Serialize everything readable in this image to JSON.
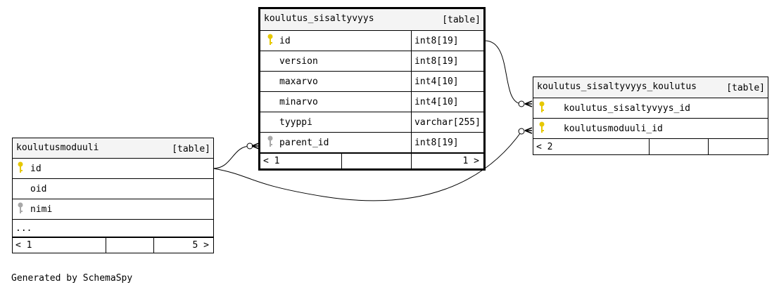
{
  "generator": "Generated by SchemaSpy",
  "tables": {
    "koulutusmoduuli": {
      "name": "koulutusmoduuli",
      "kind": "[table]",
      "columns": [
        {
          "name": "id",
          "key": "primary"
        },
        {
          "name": "oid",
          "key": "none"
        },
        {
          "name": "nimi",
          "key": "index"
        }
      ],
      "more": "...",
      "footer": {
        "left": "< 1",
        "right": "5 >"
      }
    },
    "koulutus_sisaltyvyys": {
      "name": "koulutus_sisaltyvyys",
      "kind": "[table]",
      "columns": [
        {
          "name": "id",
          "type": "int8[19]",
          "key": "primary"
        },
        {
          "name": "version",
          "type": "int8[19]",
          "key": "none"
        },
        {
          "name": "maxarvo",
          "type": "int4[10]",
          "key": "none"
        },
        {
          "name": "minarvo",
          "type": "int4[10]",
          "key": "none"
        },
        {
          "name": "tyyppi",
          "type": "varchar[255]",
          "key": "none"
        },
        {
          "name": "parent_id",
          "type": "int8[19]",
          "key": "index"
        }
      ],
      "footer": {
        "left": "< 1",
        "right": "1 >"
      }
    },
    "koulutus_sisaltyvyys_koulutus": {
      "name": "koulutus_sisaltyvyys_koulutus",
      "kind": "[table]",
      "columns": [
        {
          "name": "koulutus_sisaltyvyys_id",
          "key": "primary"
        },
        {
          "name": "koulutusmoduuli_id",
          "key": "primary"
        }
      ],
      "footer": {
        "left": "< 2",
        "right": ""
      }
    }
  },
  "colors": {
    "primary_key": "#e6c800",
    "index_key": "#a8a8a8",
    "header_bg": "#f4f4f4"
  }
}
